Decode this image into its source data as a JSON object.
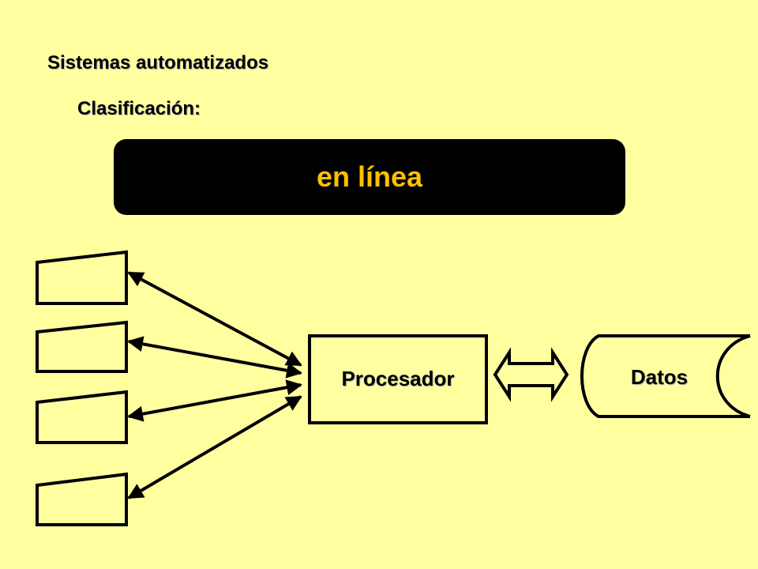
{
  "header": {
    "title": "Sistemas automatizados",
    "subtitle": "Clasificación:"
  },
  "banner": {
    "text": "en línea",
    "background": "#000000",
    "text_color": "#FFC000"
  },
  "diagram": {
    "processor_label": "Procesador",
    "data_label": "Datos",
    "terminal_count": 4
  },
  "colors": {
    "background": "#FFFFA0",
    "stroke": "#000000"
  }
}
